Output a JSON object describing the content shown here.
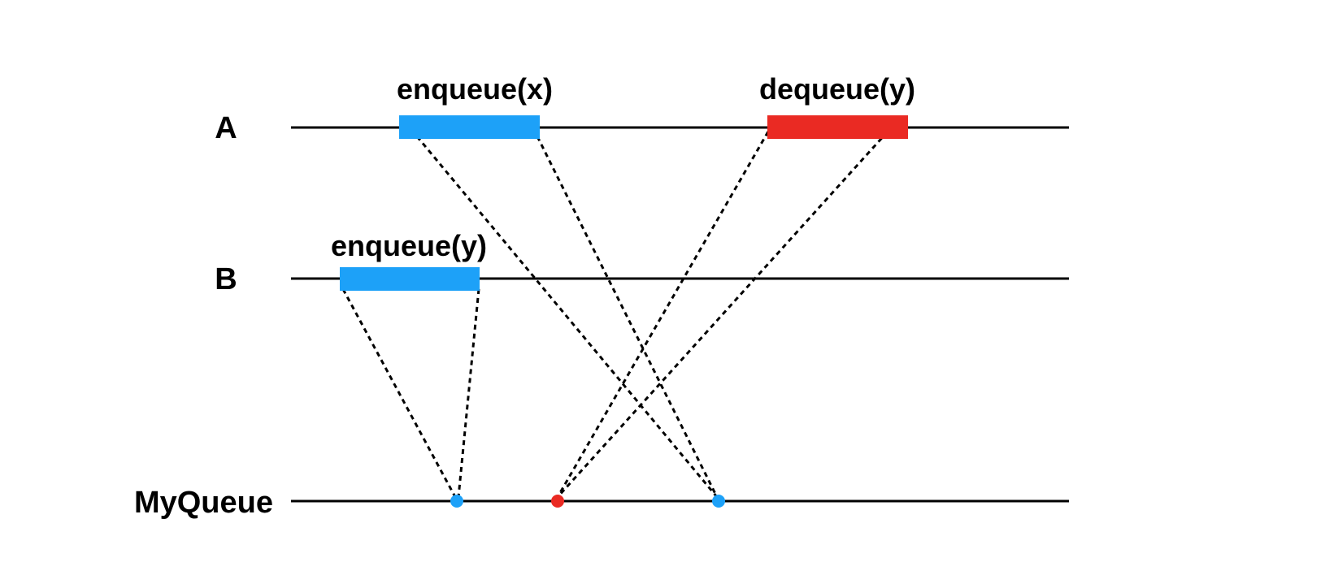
{
  "lanes": {
    "a": {
      "label": "A"
    },
    "b": {
      "label": "B"
    },
    "queue": {
      "label": "MyQueue"
    }
  },
  "operations": {
    "a_enqueue": {
      "label": "enqueue(x)",
      "lane": "A",
      "color": "#1da1f8"
    },
    "a_dequeue": {
      "label": "dequeue(y)",
      "lane": "A",
      "color": "#ea2a23"
    },
    "b_enqueue": {
      "label": "enqueue(y)",
      "lane": "B",
      "color": "#1da1f8"
    }
  },
  "linearization_points": [
    {
      "operation": "enqueue(y)",
      "color": "#1da1f8"
    },
    {
      "operation": "dequeue(y)",
      "color": "#ea2a23"
    },
    {
      "operation": "enqueue(x)",
      "color": "#1da1f8"
    }
  ],
  "colors": {
    "enqueue": "#1da1f8",
    "dequeue": "#ea2a23",
    "line": "#000000",
    "background": "#ffffff"
  }
}
